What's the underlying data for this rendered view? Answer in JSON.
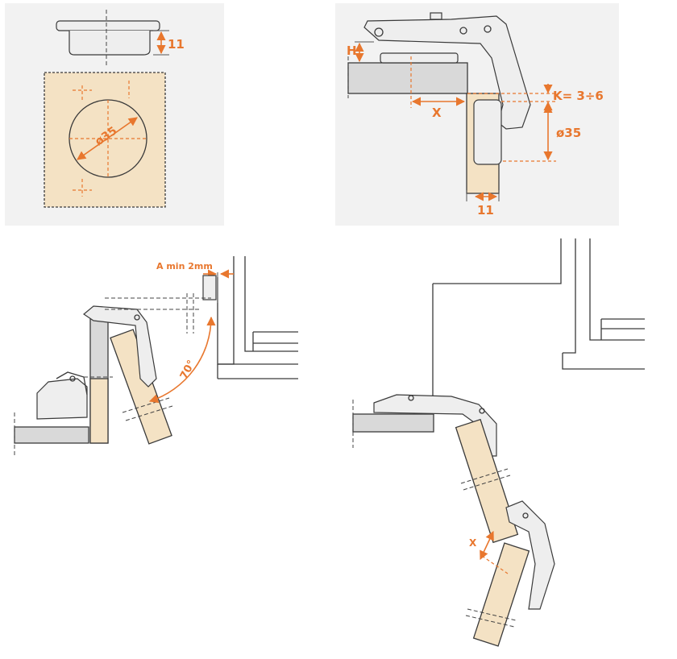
{
  "colors": {
    "accent": "#e8772e",
    "wood": "#f4e2c4",
    "panel_bg": "#f2f2f2",
    "board_grey": "#d9d9d9",
    "line": "#3a3a3a"
  },
  "panels": {
    "cup_boring": {
      "depth_label": "11",
      "diameter_label": "ø35"
    },
    "overlay_profile": {
      "h_label": "H",
      "x_label": "X",
      "k_label": "K= 3÷6",
      "diameter_label": "ø35",
      "thickness_label": "11"
    },
    "opening_angle": {
      "gap_label": "A min 2mm",
      "angle_label": "70°"
    },
    "bifold": {
      "x_label": "X"
    }
  }
}
